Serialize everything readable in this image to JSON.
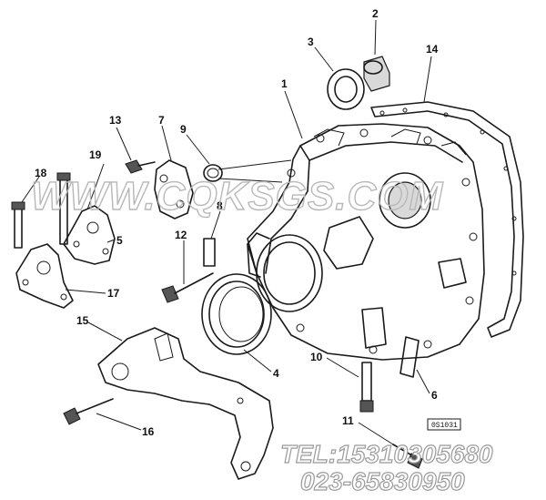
{
  "callouts": {
    "c1": "1",
    "c2": "2",
    "c3": "3",
    "c4": "4",
    "c5": "5",
    "c6": "6",
    "c7": "7",
    "c8": "8",
    "c9": "9",
    "c10": "10",
    "c11": "11",
    "c12": "12",
    "c13": "13",
    "c14": "14",
    "c15": "15",
    "c16": "16",
    "c17": "17",
    "c18": "18",
    "c19": "19"
  },
  "watermark": "WWW.CQKSGS.COM",
  "contact": {
    "tel": "TEL:15310305680",
    "phone": "023-65830950"
  },
  "ref_box": "0S1031"
}
